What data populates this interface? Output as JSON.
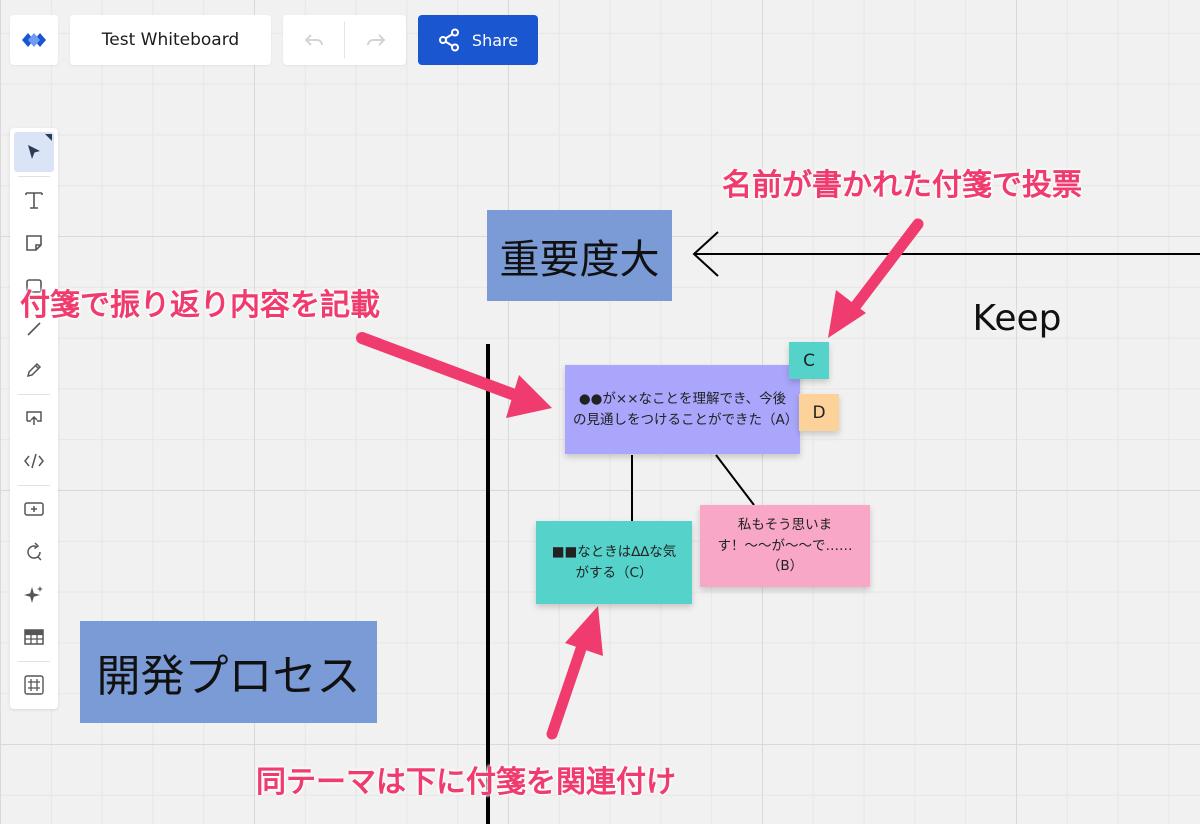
{
  "app": {
    "title": "Test Whiteboard",
    "share_label": "Share",
    "accent": "#1a56cf"
  },
  "icons": {
    "logo": "app-logo-icon",
    "undo": "undo-icon",
    "redo": "redo-icon",
    "share": "share-icon"
  },
  "toolbar": [
    {
      "name": "select-tool",
      "icon": "cursor-icon",
      "active": true
    },
    {
      "name": "text-tool",
      "icon": "text-icon"
    },
    {
      "name": "sticky-note-tool",
      "icon": "sticky-note-icon"
    },
    {
      "name": "shape-tool",
      "icon": "shape-icon"
    },
    {
      "name": "line-tool",
      "icon": "line-icon"
    },
    {
      "name": "pen-tool",
      "icon": "pencil-icon"
    },
    {
      "name": "upload-tool",
      "icon": "upload-icon"
    },
    {
      "name": "embed-tool",
      "icon": "code-icon"
    },
    {
      "name": "add-frame-tool",
      "icon": "add-frame-icon"
    },
    {
      "name": "loop-tool",
      "icon": "loop-icon"
    },
    {
      "name": "ai-tool",
      "icon": "sparkle-icon"
    },
    {
      "name": "table-tool",
      "icon": "table-icon"
    },
    {
      "name": "grid-tool",
      "icon": "grid-icon"
    }
  ],
  "board": {
    "importance_label": "重要度大",
    "keep_label": "Keep",
    "process_label": "開発プロセス",
    "stickies": {
      "main_text": "●●が××なことを理解でき、今後の見通しをつけることができた（A）",
      "vote_c": "C",
      "vote_d": "D",
      "child_c_text": "■■なときは∆∆な気がする（C）",
      "child_b_text": "私もそう思います！〜〜が〜〜で……（B）"
    },
    "colors": {
      "label_bg": "#7b9bd6",
      "sticky_purple": "#a9a6fb",
      "sticky_teal": "#55d3cb",
      "sticky_orange": "#fcd29a",
      "sticky_pink": "#f8a8c6",
      "annotation": "#f03b6e"
    }
  },
  "annotations": {
    "vote": "名前が書かれた付箋で投票",
    "record": "付箋で振り返り内容を記載",
    "relate": "同テーマは下に付箋を関連付け"
  }
}
